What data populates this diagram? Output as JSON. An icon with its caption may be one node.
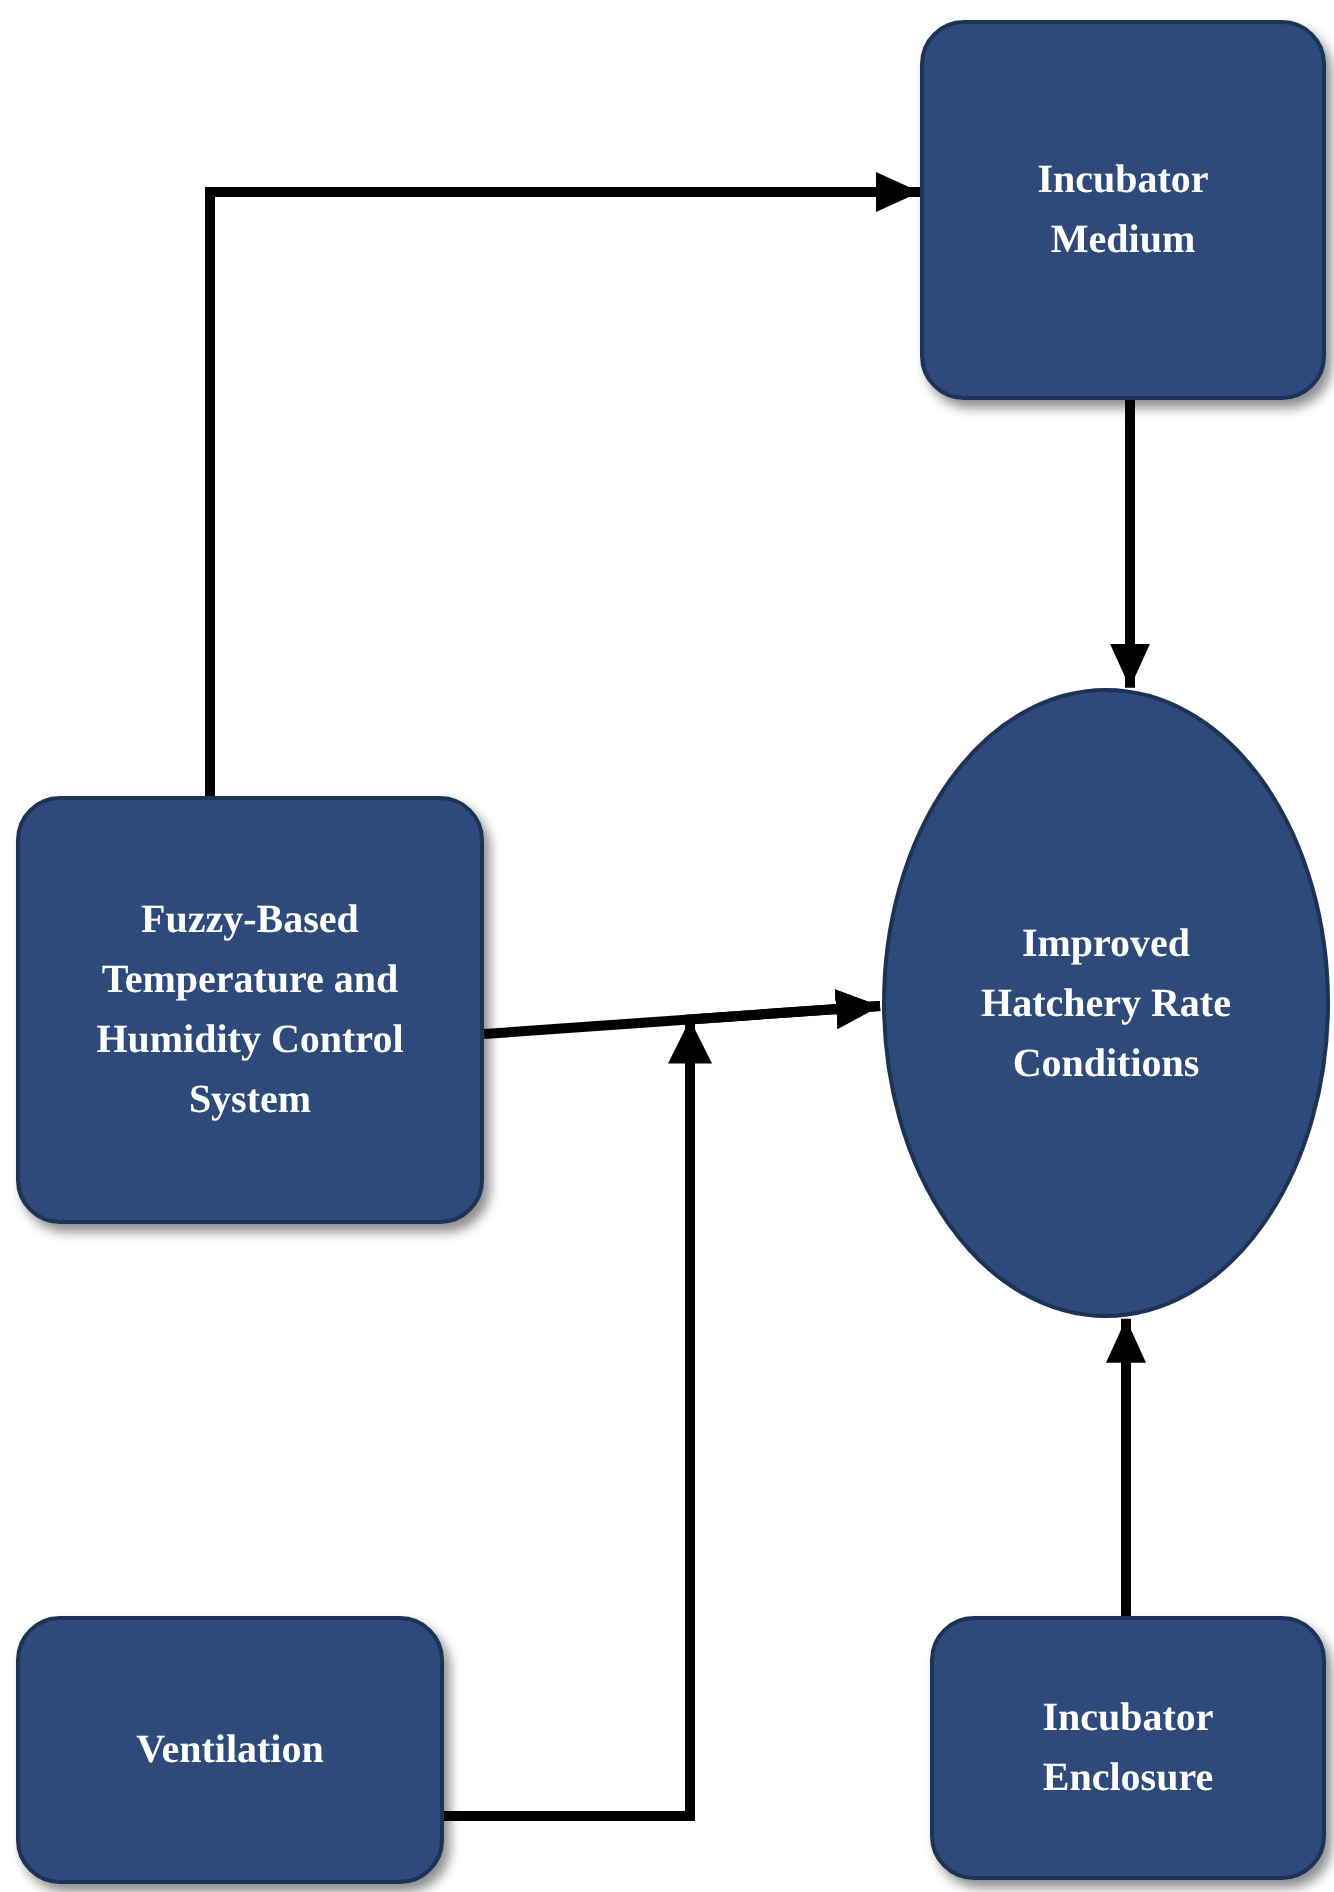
{
  "diagram": {
    "nodes": [
      {
        "text": [
          "Incubator Medium"
        ]
      },
      {
        "text": [
          "Fuzzy-Based Temperature and Humidity Control System"
        ]
      },
      {
        "text": [
          "Improved Hatchery Rate Conditions"
        ]
      },
      {
        "text": [
          "Ventilation"
        ]
      },
      {
        "text": [
          "Incubator Enclosure"
        ]
      }
    ],
    "edges": [
      {
        "from": 1,
        "to": 0,
        "arrow": "to"
      },
      {
        "from": 0,
        "to": 2,
        "arrow": "to"
      },
      {
        "from": 1,
        "to": 2,
        "arrow": "to"
      },
      {
        "from": 3,
        "to": 2,
        "arrow": "to"
      },
      {
        "from": 4,
        "to": 2,
        "arrow": "to"
      }
    ]
  }
}
